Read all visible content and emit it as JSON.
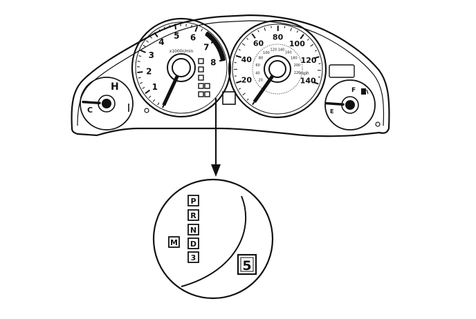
{
  "colors": {
    "ink": "#111111",
    "paper": "#ffffff",
    "indicator": "#444444"
  },
  "tachometer": {
    "unit": "x1000r/min",
    "min": 0,
    "max": 8,
    "redline_start": 6.5,
    "labels": [
      "1",
      "2",
      "3",
      "4",
      "5",
      "6",
      "7",
      "8"
    ],
    "needle_value": 0
  },
  "speedometer": {
    "unit": "mph",
    "min": 0,
    "max": 140,
    "outer_labels": [
      "20",
      "40",
      "60",
      "80",
      "100",
      "120",
      "140"
    ],
    "inner_labels": [
      "20",
      "40",
      "60",
      "80",
      "100",
      "120",
      "140",
      "160",
      "180",
      "200",
      "220"
    ],
    "needle_value": 0
  },
  "temp_gauge": {
    "labels": [
      "H",
      "C"
    ],
    "needle_value": 0.05
  },
  "fuel_gauge": {
    "labels": [
      "F",
      "E"
    ],
    "needle_value": 0.05
  },
  "cluster_indicators": [
    {},
    {},
    {},
    {},
    {},
    {},
    {}
  ],
  "gear_indicator": {
    "column": [
      "P",
      "R",
      "N",
      "D",
      "3"
    ],
    "side": "M",
    "display": "5"
  },
  "icons": {
    "fuel": "fuel-pump-icon",
    "arrow": "arrow-down-icon"
  }
}
